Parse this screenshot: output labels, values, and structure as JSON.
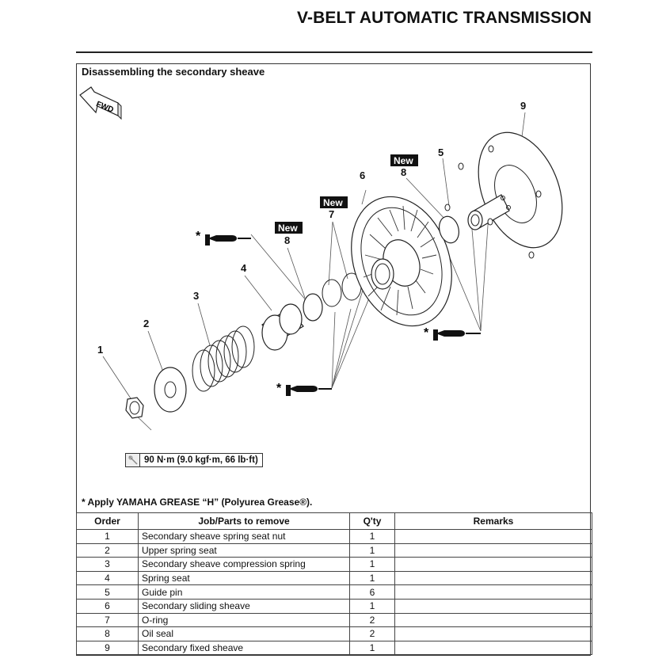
{
  "header": {
    "title": "V-BELT AUTOMATIC TRANSMISSION"
  },
  "section": {
    "title": "Disassembling the secondary sheave"
  },
  "diagram": {
    "fwd_label": "FWD",
    "new_label": "New",
    "grease_marker": "*",
    "callouts": [
      "1",
      "2",
      "3",
      "4",
      "5",
      "6",
      "7",
      "8",
      "8",
      "9"
    ],
    "torque": {
      "icon": "torque-wrench-icon",
      "value": "90 N·m (9.0 kgf·m, 66 lb·ft)"
    }
  },
  "grease_note": "* Apply YAMAHA GREASE “H” (Polyurea Grease®).",
  "table": {
    "headers": {
      "order": "Order",
      "job": "Job/Parts to remove",
      "qty": "Q'ty",
      "remarks": "Remarks"
    },
    "rows": [
      {
        "order": "1",
        "job": "Secondary sheave spring seat nut",
        "qty": "1",
        "remarks": ""
      },
      {
        "order": "2",
        "job": "Upper spring seat",
        "qty": "1",
        "remarks": ""
      },
      {
        "order": "3",
        "job": "Secondary sheave compression spring",
        "qty": "1",
        "remarks": ""
      },
      {
        "order": "4",
        "job": "Spring seat",
        "qty": "1",
        "remarks": ""
      },
      {
        "order": "5",
        "job": "Guide pin",
        "qty": "6",
        "remarks": ""
      },
      {
        "order": "6",
        "job": "Secondary sliding sheave",
        "qty": "1",
        "remarks": ""
      },
      {
        "order": "7",
        "job": "O-ring",
        "qty": "2",
        "remarks": ""
      },
      {
        "order": "8",
        "job": "Oil seal",
        "qty": "2",
        "remarks": ""
      },
      {
        "order": "9",
        "job": "Secondary fixed sheave",
        "qty": "1",
        "remarks": ""
      }
    ]
  }
}
